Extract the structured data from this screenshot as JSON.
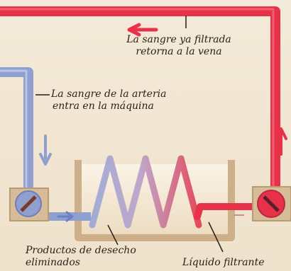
{
  "labels": {
    "return_line1": "La sangre ya filtrada",
    "return_line2": "retorna a la vena",
    "artery_line1": "La sangre de la arteria",
    "artery_line2": "entra en la máquina",
    "waste_line1": "Productos de desecho",
    "waste_line2": "eliminados",
    "fluid": "Líquido filtrante"
  },
  "colors": {
    "filtered_blood": "#e8324a",
    "arterial_blood": "#8f9fd0",
    "tank_wall": "#cdb08a",
    "label_text": "#2b1e16"
  }
}
